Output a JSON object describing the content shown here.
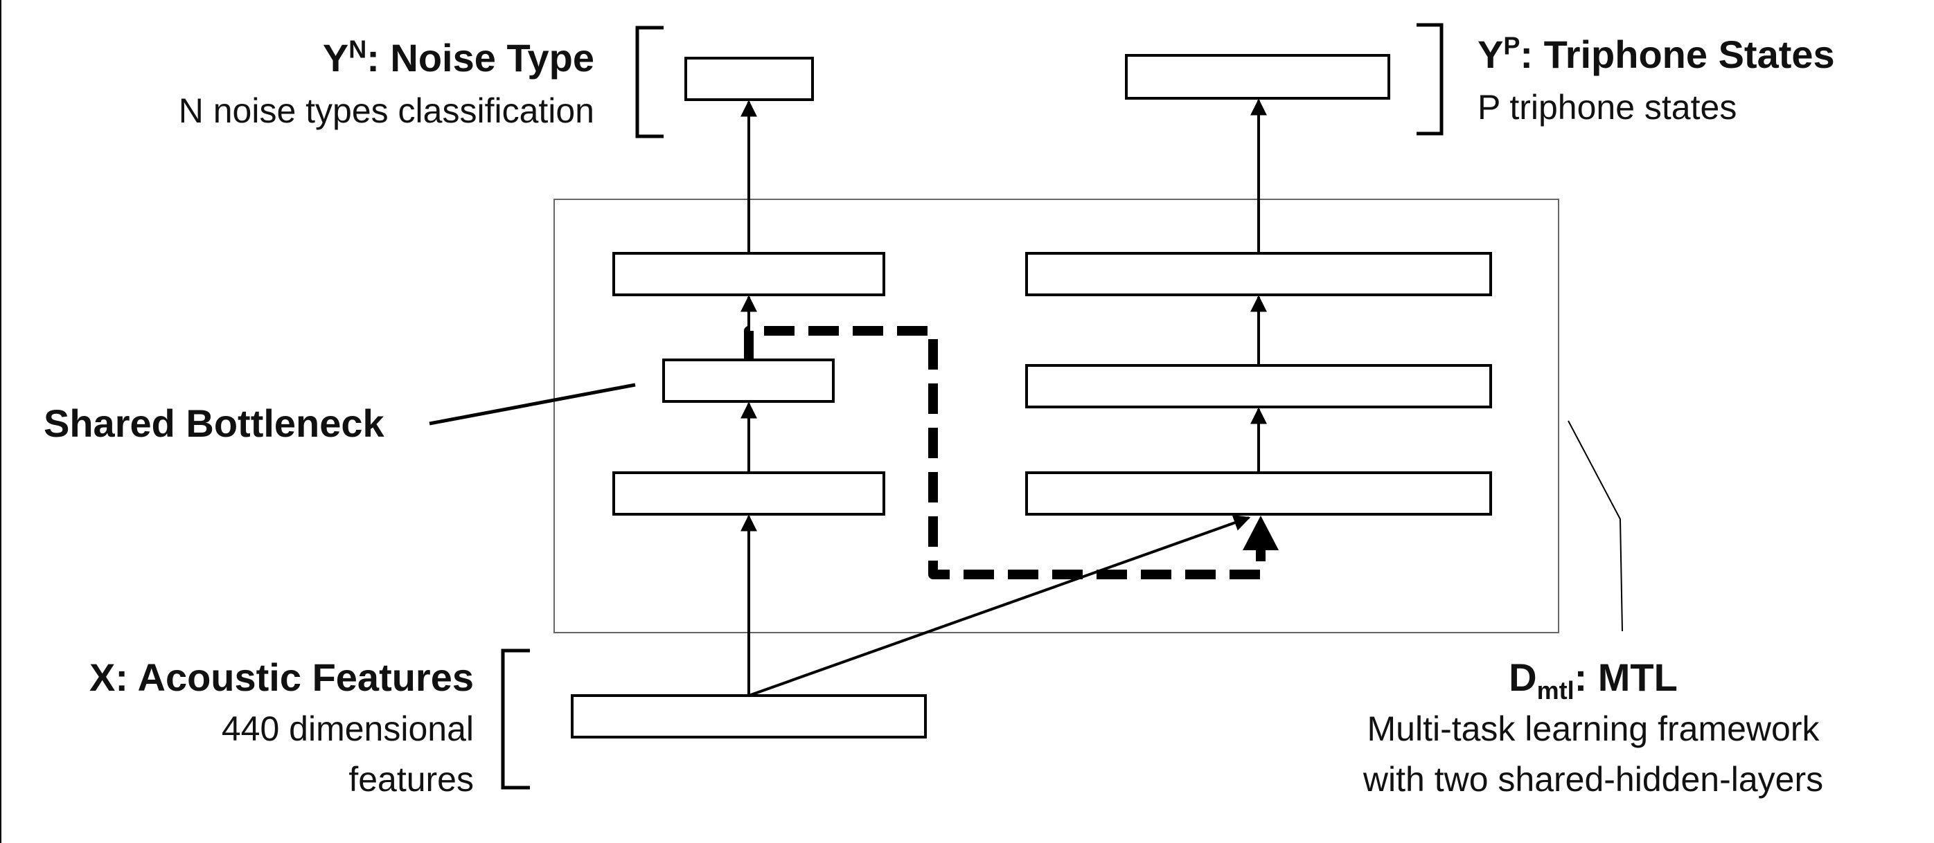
{
  "outputs": {
    "noise": {
      "symbol": "Y",
      "superscript": "N",
      "title": ": Noise Type",
      "description": "N noise types classification"
    },
    "phone": {
      "symbol": "Y",
      "superscript": "P",
      "title": ": Triphone States",
      "description": "P triphone states"
    }
  },
  "bottleneck": {
    "label": "Shared Bottleneck"
  },
  "input": {
    "title": "X: Acoustic Features",
    "description_line1": "440 dimensional",
    "description_line2": "features"
  },
  "framework": {
    "symbol": "D",
    "subscript": "mtl",
    "title": ": MTL",
    "description_line1": "Multi-task learning framework",
    "description_line2": "with two shared-hidden-layers"
  },
  "colors": {
    "line": "#000000",
    "frame": "#666666",
    "background": "#ffffff"
  }
}
